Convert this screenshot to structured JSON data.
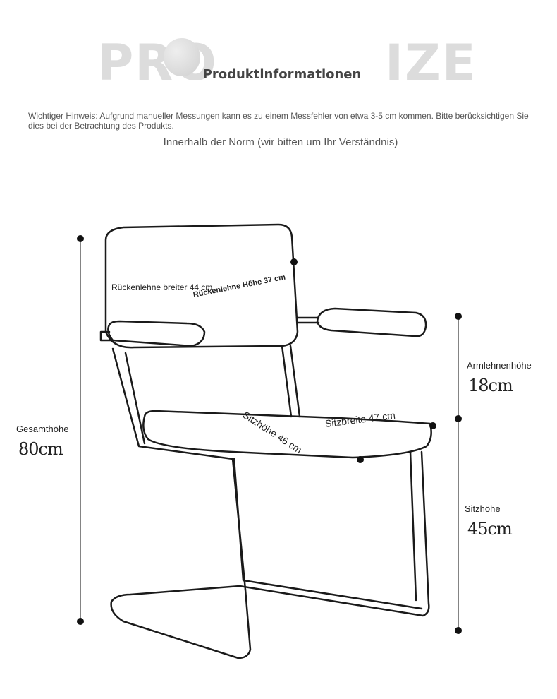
{
  "header": {
    "bg_left": "PRO",
    "bg_right": "IZE",
    "title": "Produktinformationen"
  },
  "note": {
    "text": "Wichtiger Hinweis: Aufgrund manueller Messungen kann es zu einem Messfehler von etwa 3-5 cm kommen. Bitte berücksichtigen Sie dies bei der Betrachtung des Produkts.",
    "subtext": "Innerhalb der Norm (wir bitten um Ihr Verständnis)"
  },
  "dimensions": {
    "total_height": {
      "label": "Gesamthöhe",
      "value": "80cm"
    },
    "armrest_height": {
      "label": "Armlehnenhöhe",
      "value": "18cm"
    },
    "seat_height": {
      "label": "Sitzhöhe",
      "value": "45cm"
    },
    "back_width": {
      "label": "Rückenlehne breiter 44 cm"
    },
    "back_height": {
      "label": "Rückenlehne Höhe 37 cm"
    },
    "seat_depth": {
      "label": "Sitzhöhe 46 cm"
    },
    "seat_width": {
      "label": "Sitzbreite 47 cm"
    }
  }
}
